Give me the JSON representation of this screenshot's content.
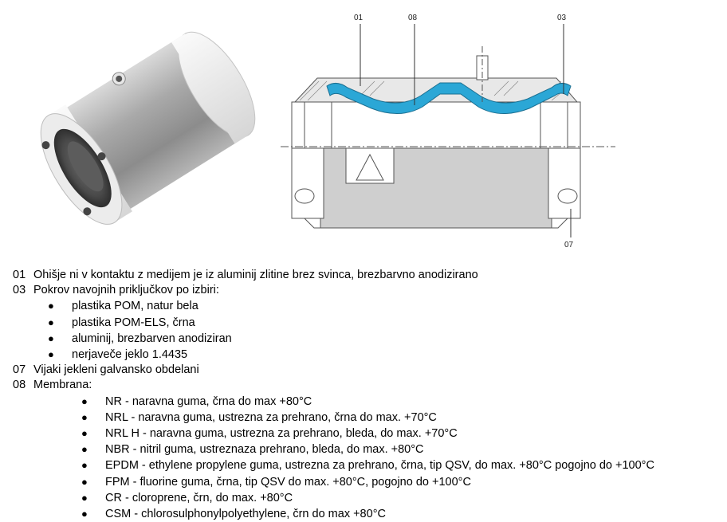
{
  "drawing_labels": {
    "l01": "01",
    "l08": "08",
    "l03": "03",
    "l07": "07"
  },
  "legend": {
    "i01": {
      "num": "01",
      "text": "Ohišje ni v kontaktu z medijem je iz aluminij zlitine brez svinca, brezbarvno anodizirano"
    },
    "i03": {
      "num": "03",
      "text": "Pokrov navojnih priključkov po izbiri:"
    },
    "covers": [
      "plastika POM, natur bela",
      "plastika POM-ELS, črna",
      "aluminij, brezbarven anodiziran",
      "nerjaveče jeklo 1.4435"
    ],
    "i07": {
      "num": "07",
      "text": "Vijaki jekleni galvansko obdelani"
    },
    "i08": {
      "num": "08",
      "text": "Membrana:"
    },
    "membranes": [
      "NR - naravna guma, črna do max +80°C",
      "NRL - naravna guma, ustrezna za prehrano, črna do max. +70°C",
      "NRL H  - naravna guma, ustrezna za prehrano, bleda, do max. +70°C",
      "NBR - nitril guma, ustreznaza prehrano, bleda, do max. +80°C",
      "EPDM - ethylene propylene guma, ustrezna za prehrano, črna, tip QSV, do max. +80°C pogojno do +100°C",
      "FPM - fluorine guma, črna, tip QSV do max. +80°C, pogojno do +100°C",
      "CR - cloroprene, črn, do max. +80°C",
      "CSM - chlorosulphonylpolyethylene, črn do max +80°C"
    ],
    "bullet": "●"
  }
}
